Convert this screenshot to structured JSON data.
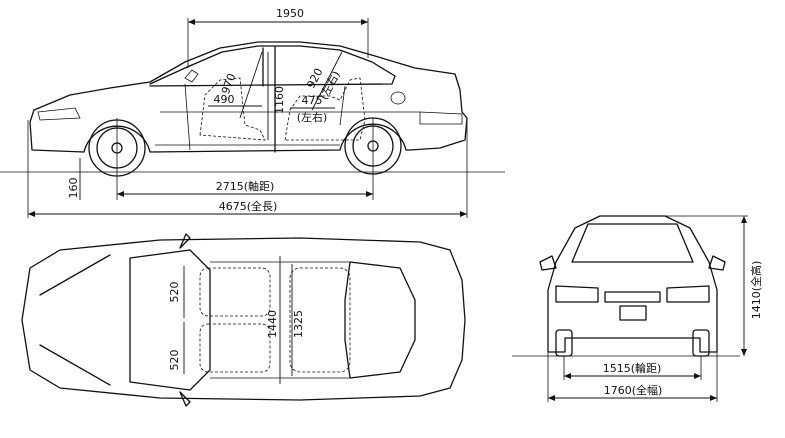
{
  "dimensions": {
    "roof_length": "1950",
    "front_headroom": "970",
    "rear_headroom": "920",
    "rear_headroom_note": "(左右)",
    "front_legroom": "490",
    "cabin_height": "1160",
    "rear_legroom": "475",
    "rear_legroom_note": "(左右)",
    "ground_clearance": "160",
    "wheelbase": "2715(軸距)",
    "overall_length": "4675(全長)",
    "seat_width_top": "520",
    "seat_width_bottom": "520",
    "cabin_width_front": "1440",
    "cabin_width_rear": "1325",
    "track": "1515(輪距)",
    "overall_width": "1760(全幅)",
    "overall_height": "1410(全高)"
  },
  "colors": {
    "line": "#111111",
    "background": "#ffffff"
  }
}
